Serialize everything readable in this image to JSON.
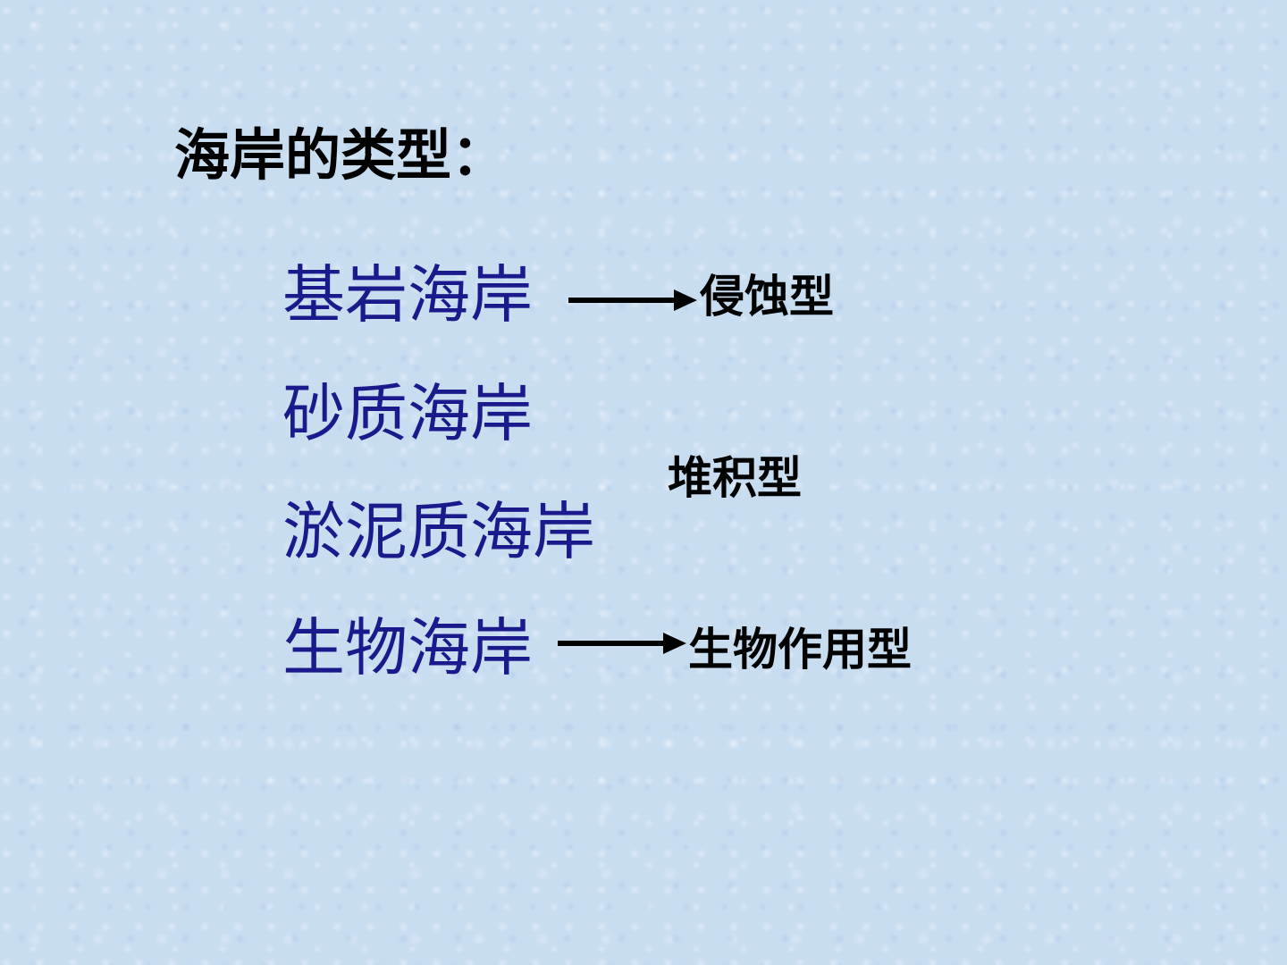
{
  "slide": {
    "title": "海岸的类型：",
    "coast_types": [
      {
        "label": "基岩海岸"
      },
      {
        "label": "砂质海岸"
      },
      {
        "label": "淤泥质海岸"
      },
      {
        "label": "生物海岸"
      }
    ],
    "categories": [
      {
        "label": "侵蚀型"
      },
      {
        "label": "堆积型"
      },
      {
        "label": "生物作用型"
      }
    ],
    "colors": {
      "background": "#c9ddf1",
      "coast_text": "#1a1a8c",
      "category_text": "#000000"
    }
  }
}
